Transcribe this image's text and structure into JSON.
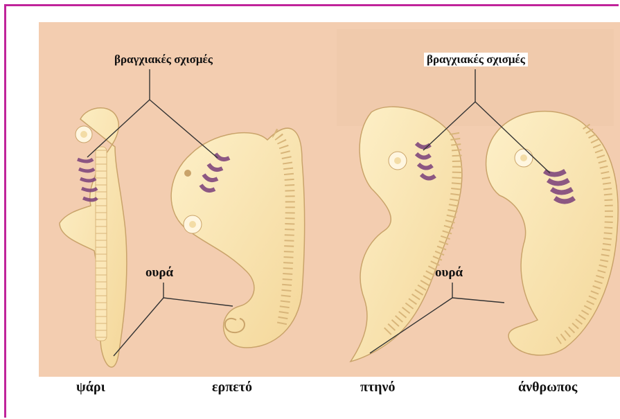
{
  "labels": {
    "gill_slits_left": "βραγχιακές σχισμές",
    "gill_slits_right": "βραγχιακές σχισμές",
    "tail_left": "ουρά",
    "tail_right": "ουρά"
  },
  "captions": {
    "fish": "ψάρι",
    "reptile": "ερπετό",
    "bird": "πτηνό",
    "human": "άνθρωπος"
  },
  "colors": {
    "frame": "#c0239a",
    "background": "#f3cdb0",
    "embryo": "#fbe7b8",
    "gill": "#8a4a8a"
  }
}
